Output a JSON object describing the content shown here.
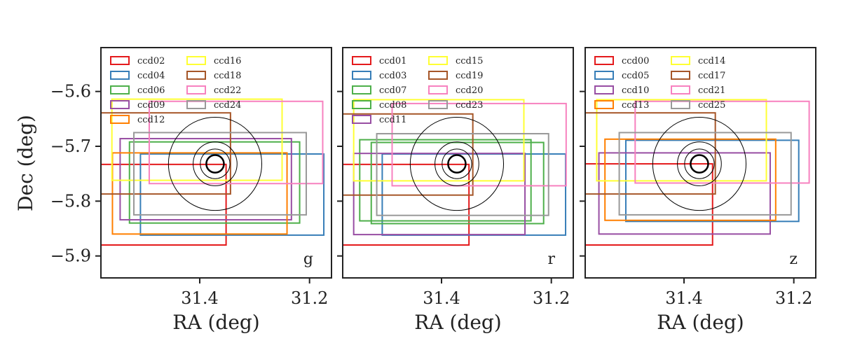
{
  "chart_data": {
    "type": "scatter",
    "ylabel": "Dec (deg)",
    "xlabel": "RA (deg)",
    "xlim": [
      31.58,
      31.16
    ],
    "ylim": [
      -5.94,
      -5.52
    ],
    "xticks": [
      31.4,
      31.2
    ],
    "xtick_labels": [
      "31.4",
      "31.2"
    ],
    "yticks": [
      -5.6,
      -5.7,
      -5.8,
      -5.9
    ],
    "ytick_labels": [
      "−5.6",
      "−5.7",
      "−5.8",
      "−5.9"
    ],
    "center": {
      "ra": 31.372,
      "dec": -5.732
    },
    "circles_deg": [
      0.027,
      0.04,
      0.085
    ],
    "target_circle_deg": 0.016,
    "colors": {
      "red": "#e41a1c",
      "blue": "#377eb8",
      "green": "#4daf4a",
      "purple": "#984ea3",
      "orange": "#ff7f00",
      "yellow": "#ffff33",
      "brown": "#a65628",
      "pink": "#f781bf",
      "gray": "#999999"
    },
    "panels": [
      {
        "band": "g",
        "ccds": [
          {
            "name": "ccd02",
            "color": "red",
            "ra": [
              31.601,
              31.352
            ],
            "dec": [
              -5.733,
              -5.88
            ]
          },
          {
            "name": "ccd04",
            "color": "blue",
            "ra": [
              31.508,
              31.174
            ],
            "dec": [
              -5.714,
              -5.862
            ]
          },
          {
            "name": "ccd06",
            "color": "green",
            "ra": [
              31.528,
              31.218
            ],
            "dec": [
              -5.692,
              -5.84
            ]
          },
          {
            "name": "ccd09",
            "color": "purple",
            "ra": [
              31.545,
              31.233
            ],
            "dec": [
              -5.686,
              -5.834
            ]
          },
          {
            "name": "ccd12",
            "color": "orange",
            "ra": [
              31.559,
              31.241
            ],
            "dec": [
              -5.712,
              -5.86
            ]
          },
          {
            "name": "ccd16",
            "color": "yellow",
            "ra": [
              31.56,
              31.25
            ],
            "dec": [
              -5.614,
              -5.762
            ]
          },
          {
            "name": "ccd18",
            "color": "brown",
            "ra": [
              31.601,
              31.344
            ],
            "dec": [
              -5.639,
              -5.787
            ]
          },
          {
            "name": "ccd22",
            "color": "pink",
            "ra": [
              31.492,
              31.176
            ],
            "dec": [
              -5.618,
              -5.768
            ]
          },
          {
            "name": "ccd24",
            "color": "gray",
            "ra": [
              31.52,
              31.206
            ],
            "dec": [
              -5.675,
              -5.825
            ]
          }
        ]
      },
      {
        "band": "r",
        "ccds": [
          {
            "name": "ccd01",
            "color": "red",
            "ra": [
              31.601,
              31.35
            ],
            "dec": [
              -5.733,
              -5.88
            ]
          },
          {
            "name": "ccd03",
            "color": "blue",
            "ra": [
              31.508,
              31.174
            ],
            "dec": [
              -5.714,
              -5.862
            ]
          },
          {
            "name": "ccd07",
            "color": "green",
            "ra": [
              31.549,
              31.237
            ],
            "dec": [
              -5.688,
              -5.836
            ]
          },
          {
            "name": "ccd08",
            "color": "green",
            "ra": [
              31.528,
              31.214
            ],
            "dec": [
              -5.693,
              -5.841
            ]
          },
          {
            "name": "ccd11",
            "color": "purple",
            "ra": [
              31.56,
              31.248
            ],
            "dec": [
              -5.713,
              -5.861
            ]
          },
          {
            "name": "ccd15",
            "color": "yellow",
            "ra": [
              31.56,
              31.25
            ],
            "dec": [
              -5.615,
              -5.763
            ]
          },
          {
            "name": "ccd19",
            "color": "brown",
            "ra": [
              31.601,
              31.343
            ],
            "dec": [
              -5.641,
              -5.789
            ]
          },
          {
            "name": "ccd20",
            "color": "pink",
            "ra": [
              31.49,
              31.173
            ],
            "dec": [
              -5.622,
              -5.772
            ]
          },
          {
            "name": "ccd23",
            "color": "gray",
            "ra": [
              31.518,
              31.205
            ],
            "dec": [
              -5.677,
              -5.826
            ]
          }
        ]
      },
      {
        "band": "z",
        "ccds": [
          {
            "name": "ccd00",
            "color": "red",
            "ra": [
              31.601,
              31.348
            ],
            "dec": [
              -5.732,
              -5.88
            ]
          },
          {
            "name": "ccd05",
            "color": "blue",
            "ra": [
              31.506,
              31.191
            ],
            "dec": [
              -5.689,
              -5.837
            ]
          },
          {
            "name": "ccd10",
            "color": "purple",
            "ra": [
              31.555,
              31.243
            ],
            "dec": [
              -5.712,
              -5.86
            ]
          },
          {
            "name": "ccd13",
            "color": "orange",
            "ra": [
              31.544,
              31.233
            ],
            "dec": [
              -5.687,
              -5.835
            ]
          },
          {
            "name": "ccd14",
            "color": "yellow",
            "ra": [
              31.559,
              31.25
            ],
            "dec": [
              -5.615,
              -5.763
            ]
          },
          {
            "name": "ccd17",
            "color": "brown",
            "ra": [
              31.601,
              31.343
            ],
            "dec": [
              -5.639,
              -5.787
            ]
          },
          {
            "name": "ccd21",
            "color": "pink",
            "ra": [
              31.489,
              31.172
            ],
            "dec": [
              -5.618,
              -5.767
            ]
          },
          {
            "name": "ccd25",
            "color": "gray",
            "ra": [
              31.518,
              31.205
            ],
            "dec": [
              -5.675,
              -5.825
            ]
          }
        ]
      }
    ]
  }
}
